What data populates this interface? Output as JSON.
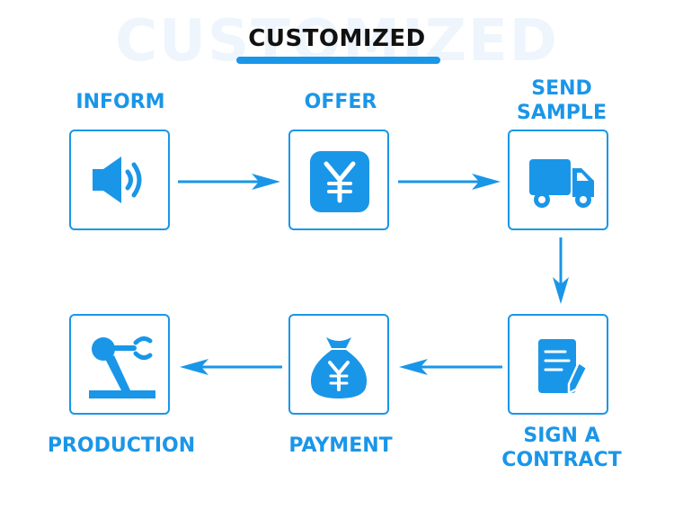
{
  "header": {
    "watermark": "CUSTOMIZED",
    "title": "CUSTOMIZED"
  },
  "steps": [
    {
      "label": "INFORM",
      "icon": "speaker-icon"
    },
    {
      "label": "OFFER",
      "icon": "yuan-icon"
    },
    {
      "label_line1": "SEND",
      "label_line2": "SAMPLE",
      "icon": "truck-icon"
    },
    {
      "label_line1": "SIGN A",
      "label_line2": "CONTRACT",
      "icon": "contract-icon"
    },
    {
      "label": "PAYMENT",
      "icon": "money-bag-icon"
    },
    {
      "label": "PRODUCTION",
      "icon": "robot-arm-icon"
    }
  ],
  "colors": {
    "accent": "#1a96e8",
    "title": "#111111",
    "watermark": "#eef5fc"
  }
}
